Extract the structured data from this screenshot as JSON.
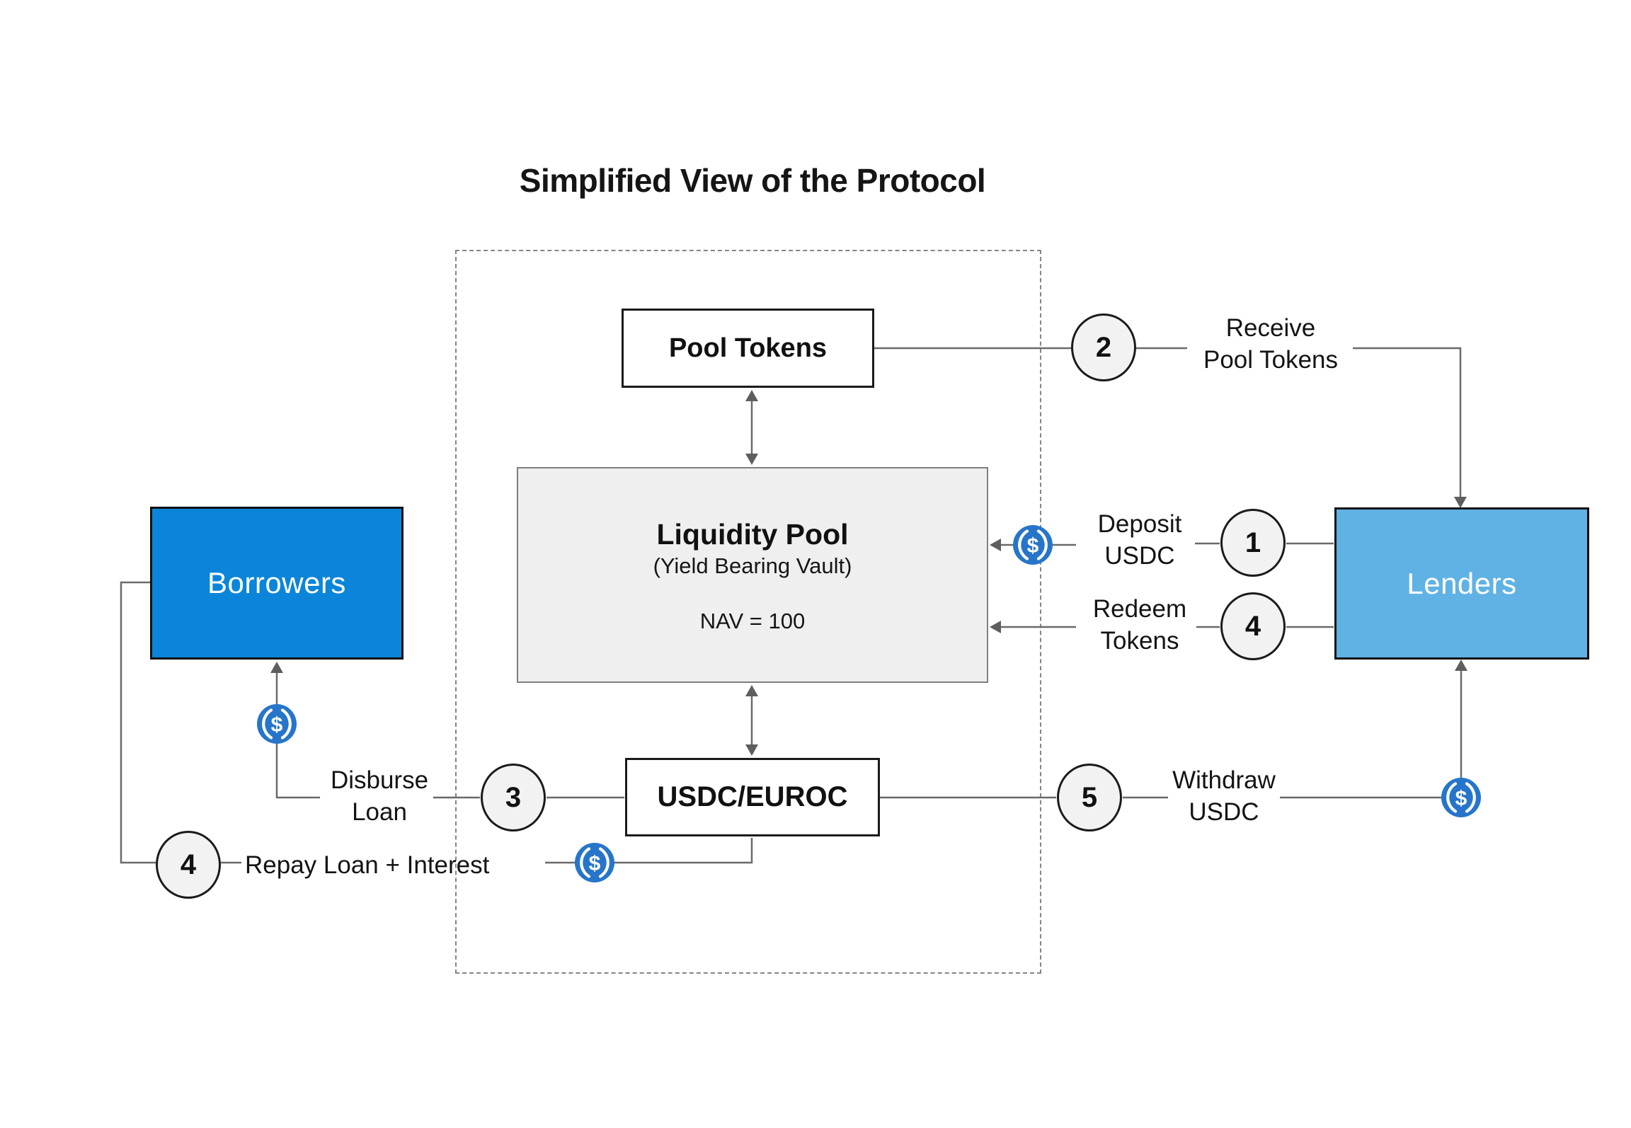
{
  "title": "Simplified View of the Protocol",
  "diagram": {
    "nodes": {
      "pool_tokens": "Pool Tokens",
      "liquidity_pool_title": "Liquidity Pool",
      "liquidity_pool_subtitle": "(Yield Bearing Vault)",
      "liquidity_pool_nav": "NAV = 100",
      "usdc_euroc": "USDC/EUROC",
      "borrowers": "Borrowers",
      "lenders": "Lenders"
    },
    "flows": {
      "deposit": {
        "number": "1",
        "line1": "Deposit",
        "line2": "USDC"
      },
      "receive": {
        "number": "2",
        "line1": "Receive",
        "line2": "Pool Tokens"
      },
      "disburse": {
        "number": "3",
        "line1": "Disburse",
        "line2": "Loan"
      },
      "redeem": {
        "number": "4",
        "line1": "Redeem",
        "line2": "Tokens"
      },
      "repay": {
        "number": "4",
        "label": "Repay Loan + Interest"
      },
      "withdraw": {
        "number": "5",
        "line1": "Withdraw",
        "line2": "USDC"
      }
    },
    "icons": {
      "usdc_symbol": "$"
    },
    "colors": {
      "borrowers_fill": "#0a85d9",
      "lenders_fill": "#60b2e5",
      "usdc_blue": "#2775CA",
      "liquidity_pool_fill": "#efefef",
      "circle_fill": "#f2f2f2",
      "line_gray": "#6a6a6a"
    }
  }
}
